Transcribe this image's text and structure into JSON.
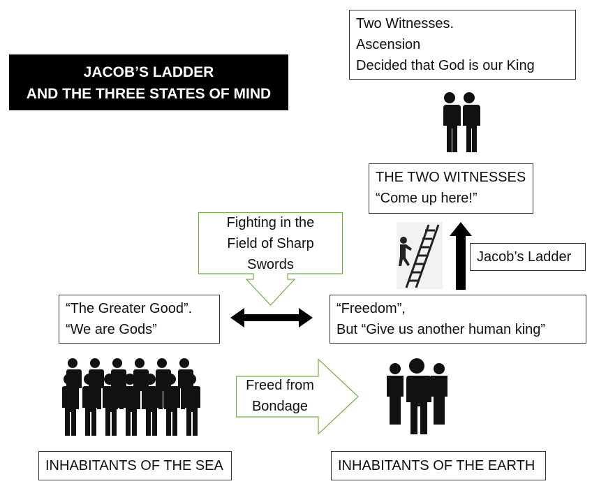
{
  "title": {
    "lines": [
      "JACOB’S LADDER",
      "AND THE THREE STATES OF MIND"
    ]
  },
  "boxes": {
    "ascension": [
      "Two Witnesses.",
      "Ascension",
      "Decided that God is our King"
    ],
    "two_witnesses": [
      "THE TWO WITNESSES",
      "“Come up here!”"
    ],
    "jacobs_ladder": "Jacob’s Ladder",
    "greater_good": [
      "“The Greater Good”.",
      "“We are Gods”"
    ],
    "freedom": [
      "“Freedom”,",
      "But “Give us another human king”"
    ],
    "sea": "INHABITANTS OF THE SEA",
    "earth": "INHABITANTS OF THE EARTH"
  },
  "callouts": {
    "swords": [
      "Fighting in the",
      "Field of Sharp",
      "Swords"
    ],
    "freed": [
      "Freed from",
      "Bondage"
    ]
  },
  "colors": {
    "callout_outline": "#70ad47",
    "title_background": "#000000",
    "title_text": "#ffffff",
    "arrow_fill": "#000000"
  },
  "icons": [
    "two-people-icon",
    "ladder-climber-icon",
    "up-arrow-icon",
    "double-arrow-icon",
    "crowd-icon",
    "group-icon"
  ]
}
